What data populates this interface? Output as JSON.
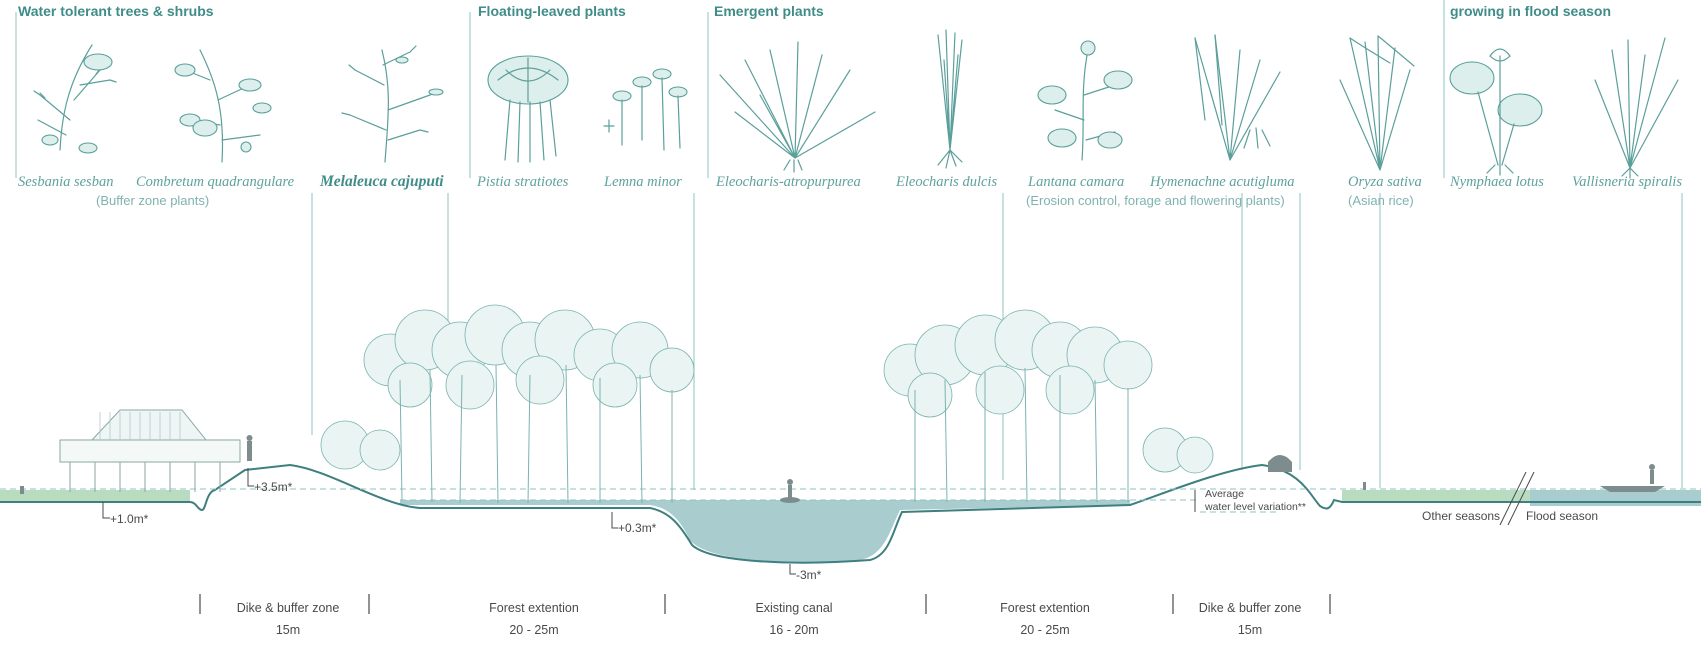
{
  "categories": {
    "trees": "Water tolerant trees & shrubs",
    "floating": "Floating-leaved plants",
    "emergent": "Emergent plants",
    "flood_line2": "growing in flood season"
  },
  "species": {
    "sesbania": "Sesbania sesban",
    "combretum": "Combretum quadrangulare",
    "melaleuca": "Melaleuca cajuputi",
    "pistia": "Pistia stratiotes",
    "lemna": "Lemna minor",
    "eleocharis_a": "Eleocharis-atropurpurea",
    "eleocharis_d": "Eleocharis dulcis",
    "lantana": "Lantana camara",
    "hymenachne": "Hymenachne acutigluma",
    "oryza": "Oryza sativa",
    "nymphaea": "Nymphaea lotus",
    "vallisneria": "Vallisneria spiralis"
  },
  "notes": {
    "buffer": "(Buffer zone plants)",
    "erosion": "(Erosion control, forage and flowering plants)",
    "rice": "(Asian rice)"
  },
  "levels": {
    "plus1": "+1.0m*",
    "plus35": "+3.5m*",
    "plus03": "+0.3m*",
    "minus3": "-3m*",
    "avg1": "Average",
    "avg2": "water level variation**",
    "other": "Other seasons",
    "flood": "Flood season"
  },
  "zones": [
    {
      "name": "Dike & buffer zone",
      "width": "15m"
    },
    {
      "name": "Forest extention",
      "width": "20 - 25m"
    },
    {
      "name": "Existing canal",
      "width": "16 - 20m"
    },
    {
      "name": "Forest extention",
      "width": "20 - 25m"
    },
    {
      "name": "Dike & buffer zone",
      "width": "15m"
    }
  ],
  "colors": {
    "accent": "#3f8c88",
    "water": "#a9ccce",
    "grass": "#b9dcc0",
    "line": "#5b9f9b"
  }
}
